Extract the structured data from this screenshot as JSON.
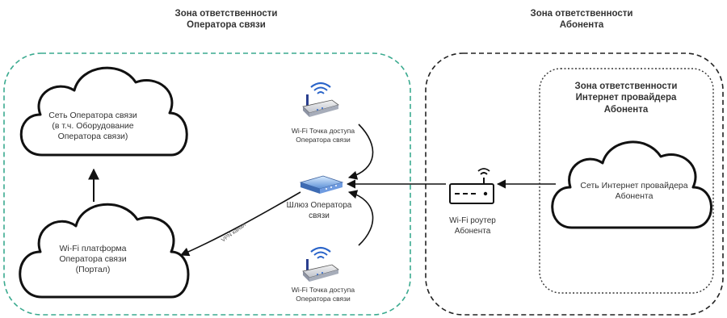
{
  "zones": {
    "operator": {
      "title_line1": "Зона ответственности",
      "title_line2": "Оператора связи",
      "border_color": "#3aaa8f"
    },
    "subscriber": {
      "title_line1": "Зона ответственности",
      "title_line2": "Абонента",
      "border_color": "#222222"
    },
    "isp": {
      "title_line1": "Зона ответственности",
      "title_line2": "Интернет провайдера",
      "title_line3": "Абонента"
    }
  },
  "clouds": {
    "operator_network": {
      "line1": "Сеть Оператора связи",
      "line2": "(в т.ч. Оборудование",
      "line3": "Оператора связи)"
    },
    "wifi_platform": {
      "line1": "Wi-Fi платформа",
      "line2": "Оператора связи",
      "line3": "(Портал)"
    },
    "isp_network": {
      "line1": "Сеть Интернет провайдера",
      "line2": "Абонента"
    }
  },
  "devices": {
    "ap_top": {
      "line1": "Wi-Fi Точка доступа",
      "line2": "Оператора связи",
      "icon": "wifi-access-point-icon"
    },
    "ap_bottom": {
      "line1": "Wi-Fi Точка доступа",
      "line2": "Оператора связи",
      "icon": "wifi-access-point-icon"
    },
    "gateway": {
      "line1": "Шлюз Оператора",
      "line2": "связи",
      "icon": "router-icon"
    },
    "subscriber_router": {
      "line1": "Wi-Fi роутер",
      "line2": "Абонента",
      "icon": "wifi-router-icon"
    }
  },
  "links": {
    "vpn_label": "VPN канал"
  }
}
